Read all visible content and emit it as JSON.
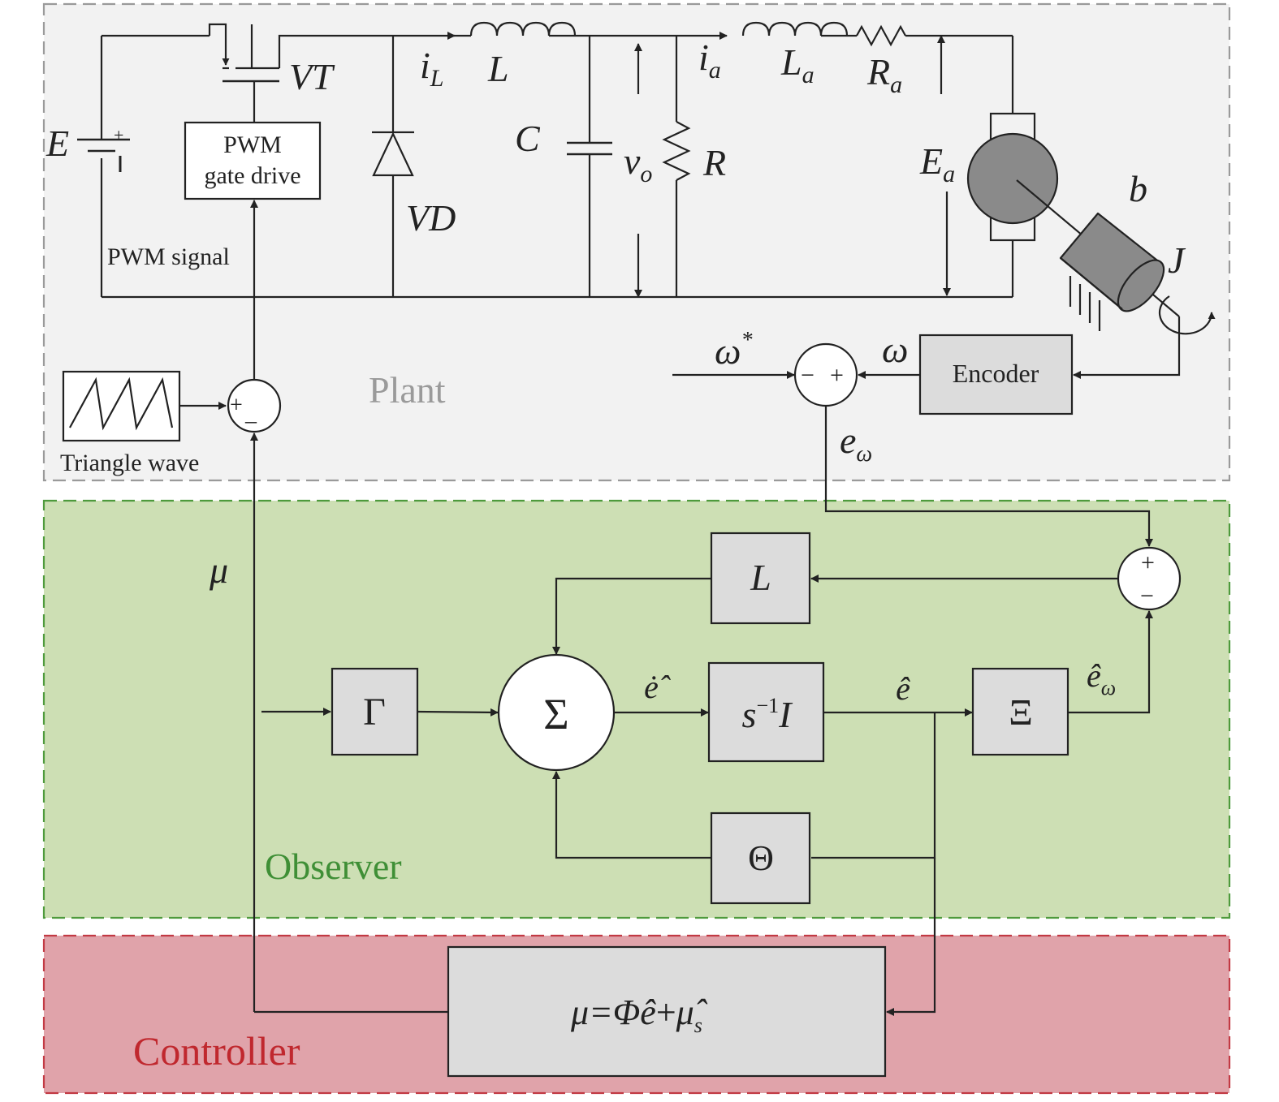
{
  "regions": {
    "plant": "Plant",
    "observer": "Observer",
    "controller": "Controller"
  },
  "colors": {
    "plant_bg": "#f2f2f2",
    "plant_border": "#9a9a9a",
    "observer_bg": "#cddfb4",
    "observer_border": "#4e9a3c",
    "observer_text": "#3f8f36",
    "controller_bg": "#e0a3aa",
    "controller_border": "#c23a44",
    "controller_text": "#c0282e",
    "block_fill": "#dcdcdc",
    "motor_fill": "#8a8a8a"
  },
  "circuit": {
    "source": "E",
    "switch": "VT",
    "gate_drive_line1": "PWM",
    "gate_drive_line2": "gate drive",
    "pwm_signal": "PWM signal",
    "diode": "VD",
    "inductor_current_base": "i",
    "inductor_current_sub": "L",
    "inductor": "L",
    "capacitor": "C",
    "output_voltage_base": "v",
    "output_voltage_sub": "o",
    "resistor": "R",
    "armature_current_base": "i",
    "armature_current_sub": "a",
    "armature_inductance_base": "L",
    "armature_inductance_sub": "a",
    "armature_resistance_base": "R",
    "armature_resistance_sub": "a",
    "back_emf_base": "E",
    "back_emf_sub": "a",
    "friction": "b",
    "inertia": "J",
    "triangle_wave": "Triangle wave",
    "encoder": "Encoder",
    "speed_ref_base": "ω",
    "speed_ref_sup": "*",
    "speed": "ω",
    "speed_error_base": "e",
    "speed_error_sub": "ω"
  },
  "observer": {
    "gain_L": "L",
    "gamma": "Γ",
    "sigma": "Σ",
    "integrator_s": "s",
    "integrator_exp": "−1",
    "integrator_I": "I",
    "xi": "Ξ",
    "theta": "Θ",
    "e_dot": "ė̂",
    "e_hat": "ê",
    "e_hat_omega_base": "ê",
    "e_hat_omega_sub": "ω",
    "mu": "μ"
  },
  "controller": {
    "law_lhs": "μ=Φ",
    "law_e": "ê",
    "law_plus": "+",
    "law_mu": "μ̂",
    "law_sub": "s"
  },
  "signs": {
    "pwm_plus": "+",
    "pwm_minus": "_",
    "speed_minus": "−",
    "speed_plus": "+",
    "obs_plus": "+",
    "obs_minus": "−"
  }
}
